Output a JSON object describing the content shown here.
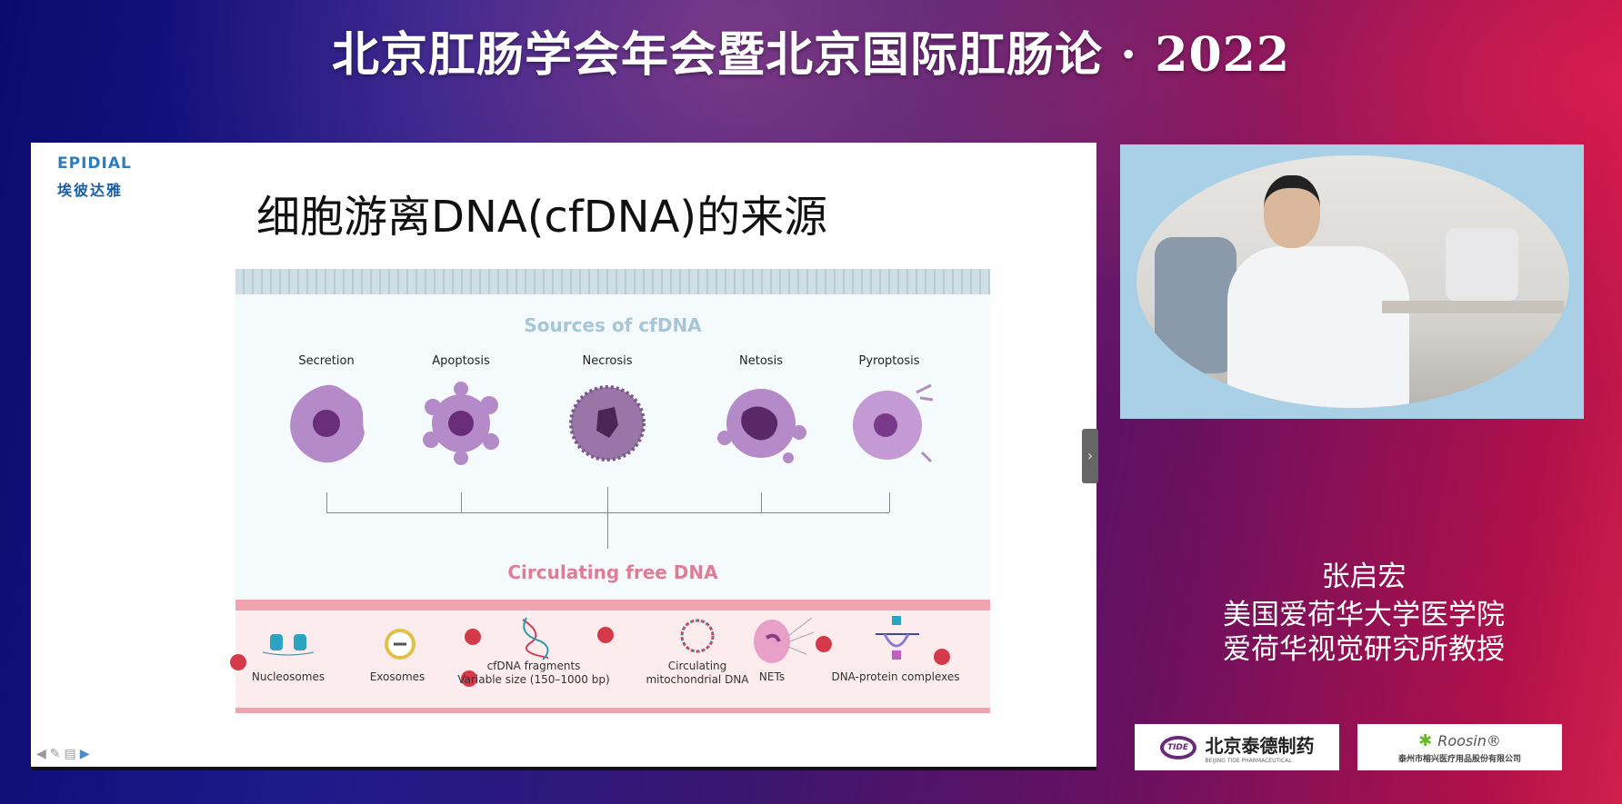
{
  "header": {
    "title": "北京肛肠学会年会暨北京国际肛肠论 · 2022"
  },
  "slide": {
    "logo": {
      "mark": "EPIDIAL",
      "cn": "埃彼达雅"
    },
    "title": "细胞游离DNA(cfDNA)的来源",
    "figure": {
      "sources_title": "Sources of cfDNA",
      "sources": [
        "Secretion",
        "Apoptosis",
        "Necrosis",
        "Netosis",
        "Pyroptosis"
      ],
      "result_title": "Circulating free DNA",
      "components": [
        {
          "label": "Nucleosomes"
        },
        {
          "label": "Exosomes"
        },
        {
          "label": "cfDNA fragments",
          "sub": "Variable size (150–1000 bp)"
        },
        {
          "label": "Circulating",
          "sub": "mitochondrial DNA"
        },
        {
          "label": "NETs"
        },
        {
          "label": "DNA-protein complexes"
        }
      ]
    },
    "nav": {
      "prev": "◀",
      "pen": "✎",
      "menu": "▤",
      "next": "▶"
    },
    "next_tab": "›"
  },
  "speaker": {
    "name": "张启宏",
    "affiliation1": "美国爱荷华大学医学院",
    "affiliation2": "爱荷华视觉研究所教授"
  },
  "sponsors": [
    {
      "logo": "TIDE",
      "cn": "北京泰德制药",
      "en": "BEIJING TIDE PHARMACEUTICAL"
    },
    {
      "logo": "Roosin®",
      "cn": "泰州市榕兴医疗用品股份有限公司"
    }
  ]
}
